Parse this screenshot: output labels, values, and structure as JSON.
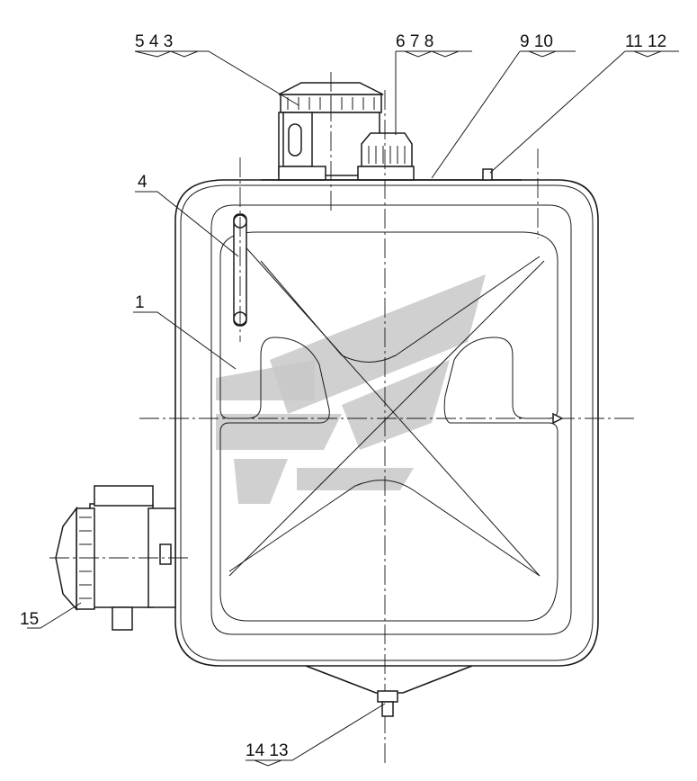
{
  "callouts": {
    "c_5_4_3": "5 4 3",
    "c_6_7_8": "6 7 8",
    "c_9_10": "9 10",
    "c_11_12": "11 12",
    "c_4": "4",
    "c_1": "1",
    "c_15": "15",
    "c_14_13": "14 13"
  }
}
